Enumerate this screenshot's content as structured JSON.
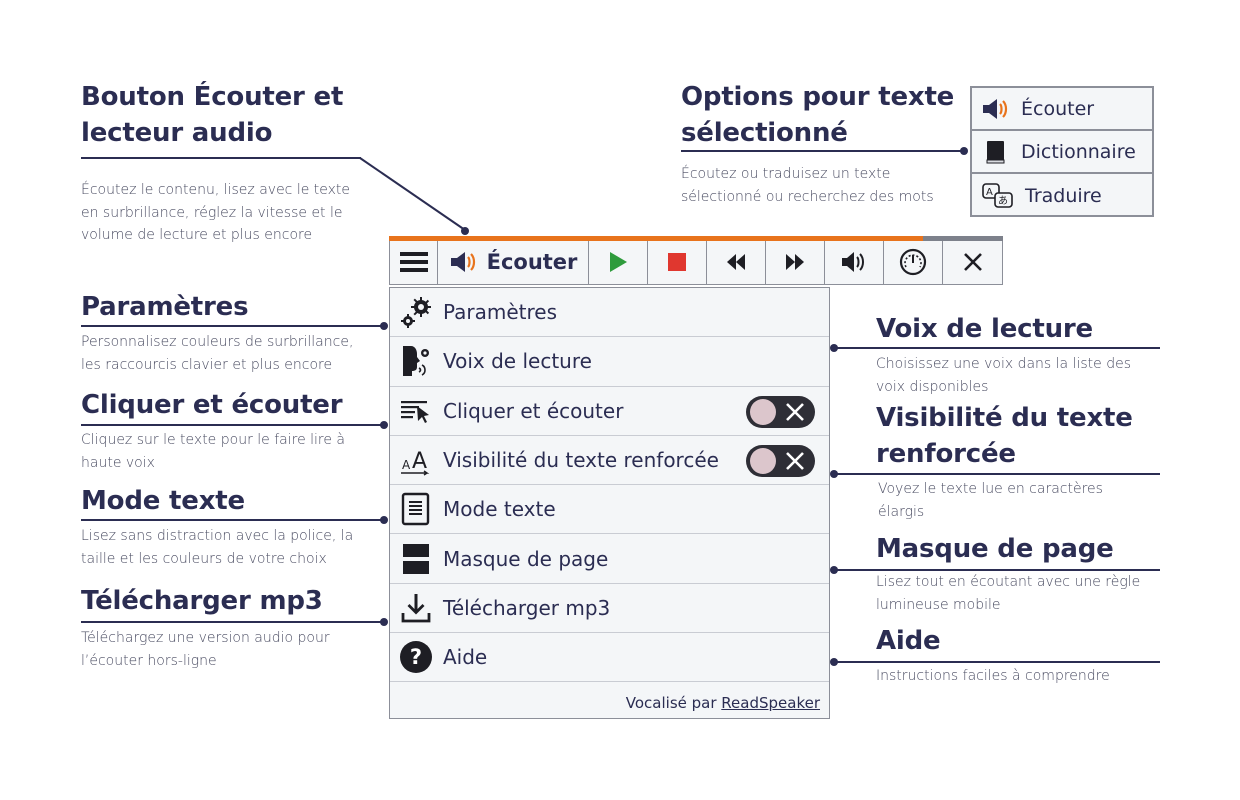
{
  "callouts": {
    "listen": {
      "title_line1": "Bouton Écouter et",
      "title_line2": "lecteur audio",
      "text": "Écoutez le contenu, lisez avec le texte en surbrillance, réglez la vitesse et le volume de lecture et plus encore"
    },
    "settings": {
      "title": "Paramètres",
      "text": "Personnalisez couleurs de surbrillance, les raccourcis clavier et plus encore"
    },
    "click": {
      "title": "Cliquer et écouter",
      "text": "Cliquez sur le texte pour le faire lire à haute voix"
    },
    "textmode": {
      "title": "Mode texte",
      "text": "Lisez sans distraction avec la police, la taille et les couleurs de votre choix"
    },
    "download": {
      "title": "Télécharger mp3",
      "text": "Téléchargez une version audio pour l’écouter hors-ligne"
    },
    "selection": {
      "title_line1": "Options pour texte",
      "title_line2": "sélectionné",
      "text": "Écoutez ou traduisez un texte sélectionné ou recherchez des mots"
    },
    "voice": {
      "title": "Voix de lecture",
      "text": "Choisissez une voix dans la liste des voix disponibles"
    },
    "visibility": {
      "title_line1": "Visibilité du texte",
      "title_line2": "renforcée",
      "text": "Voyez le texte lue en caractères élargis"
    },
    "mask": {
      "title": "Masque de page",
      "text": "Lisez tout en écoutant avec une règle lumineuse mobile"
    },
    "help": {
      "title": "Aide",
      "text": "Instructions faciles à comprendre"
    }
  },
  "toolbar": {
    "listen_label": "Écouter",
    "progress": 0.87,
    "colors": {
      "accent": "#e8731c",
      "play": "#2e9b3c",
      "stop": "#e0372f"
    },
    "buttons": [
      "menu-icon",
      "speaker-icon",
      "play-icon",
      "stop-icon",
      "rewind-icon",
      "fast-forward-icon",
      "volume-icon",
      "speed-icon",
      "close-icon"
    ]
  },
  "menu": {
    "items": [
      {
        "label": "Paramètres",
        "icon": "gears-icon"
      },
      {
        "label": "Voix de lecture",
        "icon": "voice-head-icon"
      },
      {
        "label": "Cliquer et écouter",
        "icon": "click-listen-icon",
        "toggle": false
      },
      {
        "label": "Visibilité du texte renforcée",
        "icon": "text-size-icon",
        "toggle": false
      },
      {
        "label": "Mode texte",
        "icon": "document-icon"
      },
      {
        "label": "Masque de page",
        "icon": "page-mask-icon"
      },
      {
        "label": "Télécharger mp3",
        "icon": "download-icon"
      },
      {
        "label": "Aide",
        "icon": "help-icon"
      }
    ],
    "footer_prefix": "Vocalisé par",
    "footer_link": "ReadSpeaker"
  },
  "selection_popup": {
    "items": [
      {
        "label": "Écouter",
        "icon": "speaker-icon"
      },
      {
        "label": "Dictionnaire",
        "icon": "book-icon"
      },
      {
        "label": "Traduire",
        "icon": "translate-icon"
      }
    ]
  }
}
